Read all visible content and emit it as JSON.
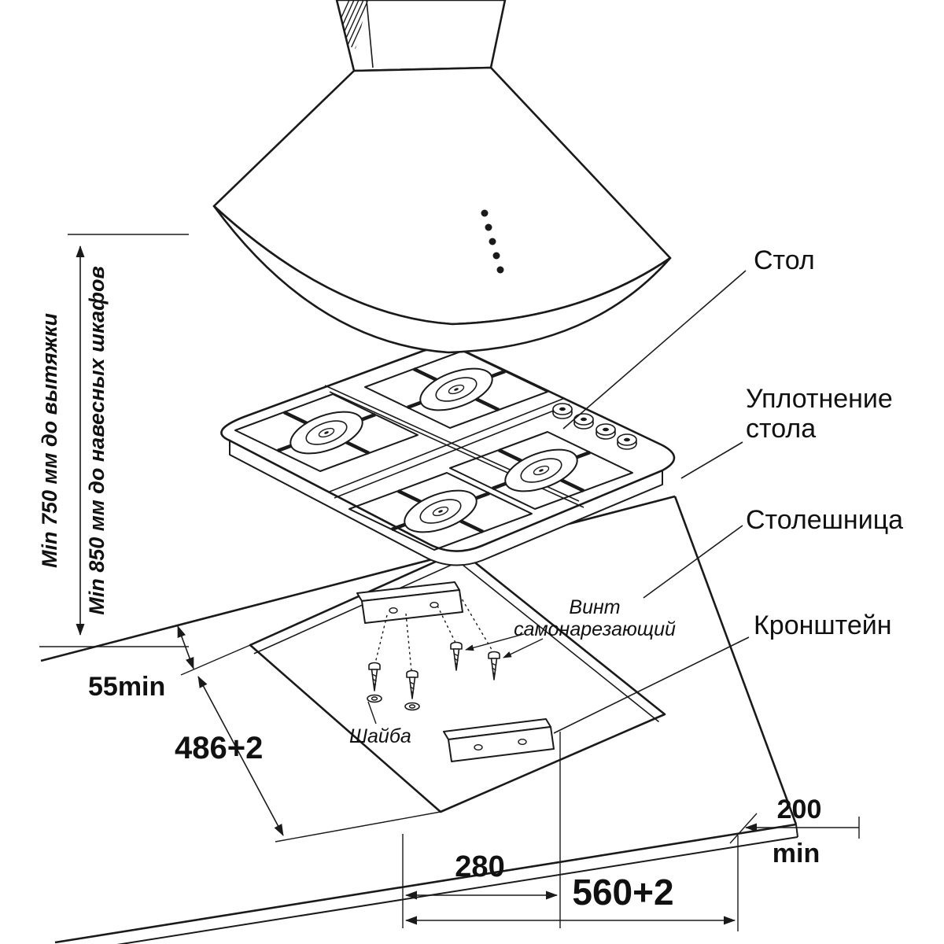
{
  "diagram": {
    "callouts": {
      "table": "Стол",
      "seal_line1": "Уплотнение",
      "seal_line2": "стола",
      "countertop": "Столешница",
      "bracket": "Кронштейн",
      "screw_line1": "Винт",
      "screw_line2": "самонарезающий",
      "washer": "Шайба"
    },
    "dimensions": {
      "hood_clearance": "Min 750 мм до вытяжки",
      "cabinet_clearance": "Min 850 мм до навесных шкафов",
      "edge_min": "55min",
      "cutout_depth": "486+2",
      "bracket_offset": "280",
      "cutout_width": "560+2",
      "side_min_value": "200",
      "side_min_unit": "min"
    },
    "colors": {
      "line": "#1a1a1a",
      "background": "#ffffff"
    }
  }
}
